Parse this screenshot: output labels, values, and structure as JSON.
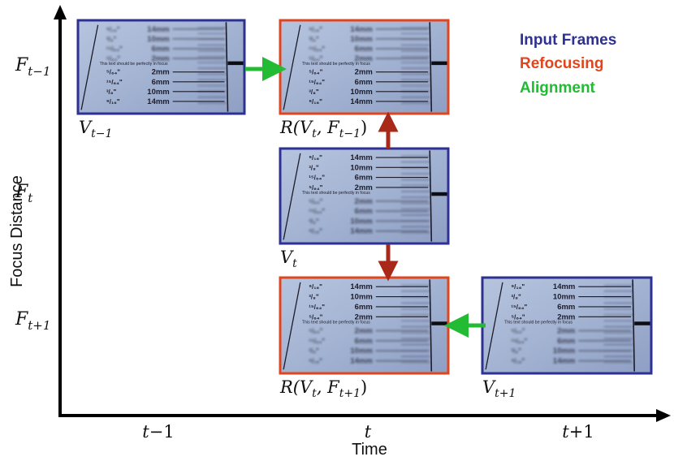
{
  "axes": {
    "x_title": "Time",
    "y_title": "Focus Distance",
    "x_ticks": [
      {
        "base": "t",
        "op": "−",
        "n": "1"
      },
      {
        "base": "t",
        "op": "",
        "n": ""
      },
      {
        "base": "t",
        "op": "+",
        "n": "1"
      }
    ],
    "y_ticks": [
      {
        "base": "F",
        "sub": "t−1"
      },
      {
        "base": "F",
        "sub": "t"
      },
      {
        "base": "F",
        "sub": "t+1"
      }
    ]
  },
  "legend": [
    {
      "label": "Input Frames",
      "color": "#2e3192"
    },
    {
      "label": "Refocusing",
      "color": "#e0461d"
    },
    {
      "label": "Alignment",
      "color": "#22bb33"
    }
  ],
  "frames": [
    {
      "id": "v-t-minus-1",
      "label_base": "V",
      "label_sub": "t−1",
      "label_tail": "",
      "kind": "input"
    },
    {
      "id": "r-vt-f-t-minus-1",
      "label_base": "R(V",
      "label_sub": "t",
      "label_tail": ", F",
      "label_sub2": "t−1",
      "label_end": ")",
      "kind": "refocus"
    },
    {
      "id": "v-t",
      "label_base": "V",
      "label_sub": "t",
      "label_tail": "",
      "kind": "input"
    },
    {
      "id": "r-vt-f-t-plus-1",
      "label_base": "R(V",
      "label_sub": "t",
      "label_tail": ", F",
      "label_sub2": "t+1",
      "label_end": ")",
      "kind": "refocus"
    },
    {
      "id": "v-t-plus-1",
      "label_base": "V",
      "label_sub": "t+1",
      "label_tail": "",
      "kind": "input"
    }
  ],
  "ruler": {
    "fractions_top": [
      "⁹/₁₆\"",
      "³/₈\"",
      "¹⁵/₆₄\"",
      "⁵/₆₄\""
    ],
    "mm_top": [
      "14mm",
      "10mm",
      "6mm",
      "2mm"
    ],
    "focus_note": "This text should be perfectly in focus",
    "fractions_bottom": [
      "⁵/₆₄\"",
      "¹⁵/₆₄\"",
      "³/₈\"",
      "⁹/₁₆\""
    ],
    "mm_bottom": [
      "2mm",
      "6mm",
      "10mm",
      "14mm"
    ]
  },
  "colors": {
    "input_border": "#2e3192",
    "refocus_border": "#e0461d",
    "align_arrow": "#22bb33",
    "refocus_arrow": "#a8281a",
    "axis": "#000000"
  }
}
